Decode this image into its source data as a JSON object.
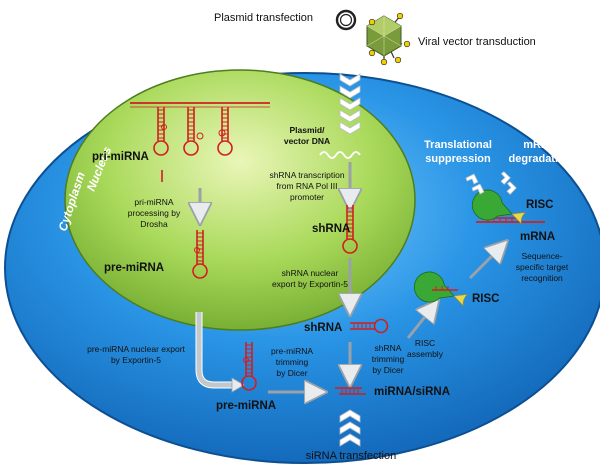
{
  "top": {
    "plasmid_transfection": "Plasmid transfection",
    "viral_transduction": "Viral vector transduction"
  },
  "compartments": {
    "nucleus": "Nucleus",
    "cytoplasm": "Cytoplasm"
  },
  "nucleus_labels": {
    "pri_mirna": "pri-miRNA",
    "drosha_1": "pri-miRNA",
    "drosha_2": "processing by",
    "drosha_3": "Drosha",
    "pre_mirna": "pre-miRNA",
    "plasmid_dna_1": "Plasmid/",
    "plasmid_dna_2": "vector DNA",
    "transcription_1": "shRNA transcription",
    "transcription_2": "from RNA Pol III",
    "transcription_3": "promoter",
    "shrna": "shRNA"
  },
  "cytoplasm_labels": {
    "shrna_export_1": "shRNA nuclear",
    "shrna_export_2": "export by Exportin-5",
    "shrna": "shRNA",
    "premir_export_1": "pre-miRNA nuclear export",
    "premir_export_2": "by Exportin-5",
    "premir_trim_1": "pre-miRNA",
    "premir_trim_2": "trimming",
    "premir_trim_3": "by Dicer",
    "pre_mirna": "pre-miRNA",
    "shrna_trim_1": "shRNA",
    "shrna_trim_2": "trimming",
    "shrna_trim_3": "by Dicer",
    "mirna_sirna": "miRNA/siRNA",
    "risc_assembly_1": "RISC",
    "risc_assembly_2": "assembly",
    "risc": "RISC",
    "target_1": "Sequence-",
    "target_2": "specific target",
    "target_3": "recognition",
    "risc_top": "RISC",
    "mrna": "mRNA",
    "translational_1": "Translational",
    "translational_2": "suppression",
    "degradation_1": "mRNA",
    "degradation_2": "degradation"
  },
  "bottom": {
    "sirna_transfection": "siRNA transfection"
  },
  "colors": {
    "rna": "#d11f1f",
    "cytoplasm": "#1e7fd6",
    "nucleus": "#9ccf45",
    "risc_green": "#3aa835",
    "risc_yellow": "#e8d84a"
  }
}
